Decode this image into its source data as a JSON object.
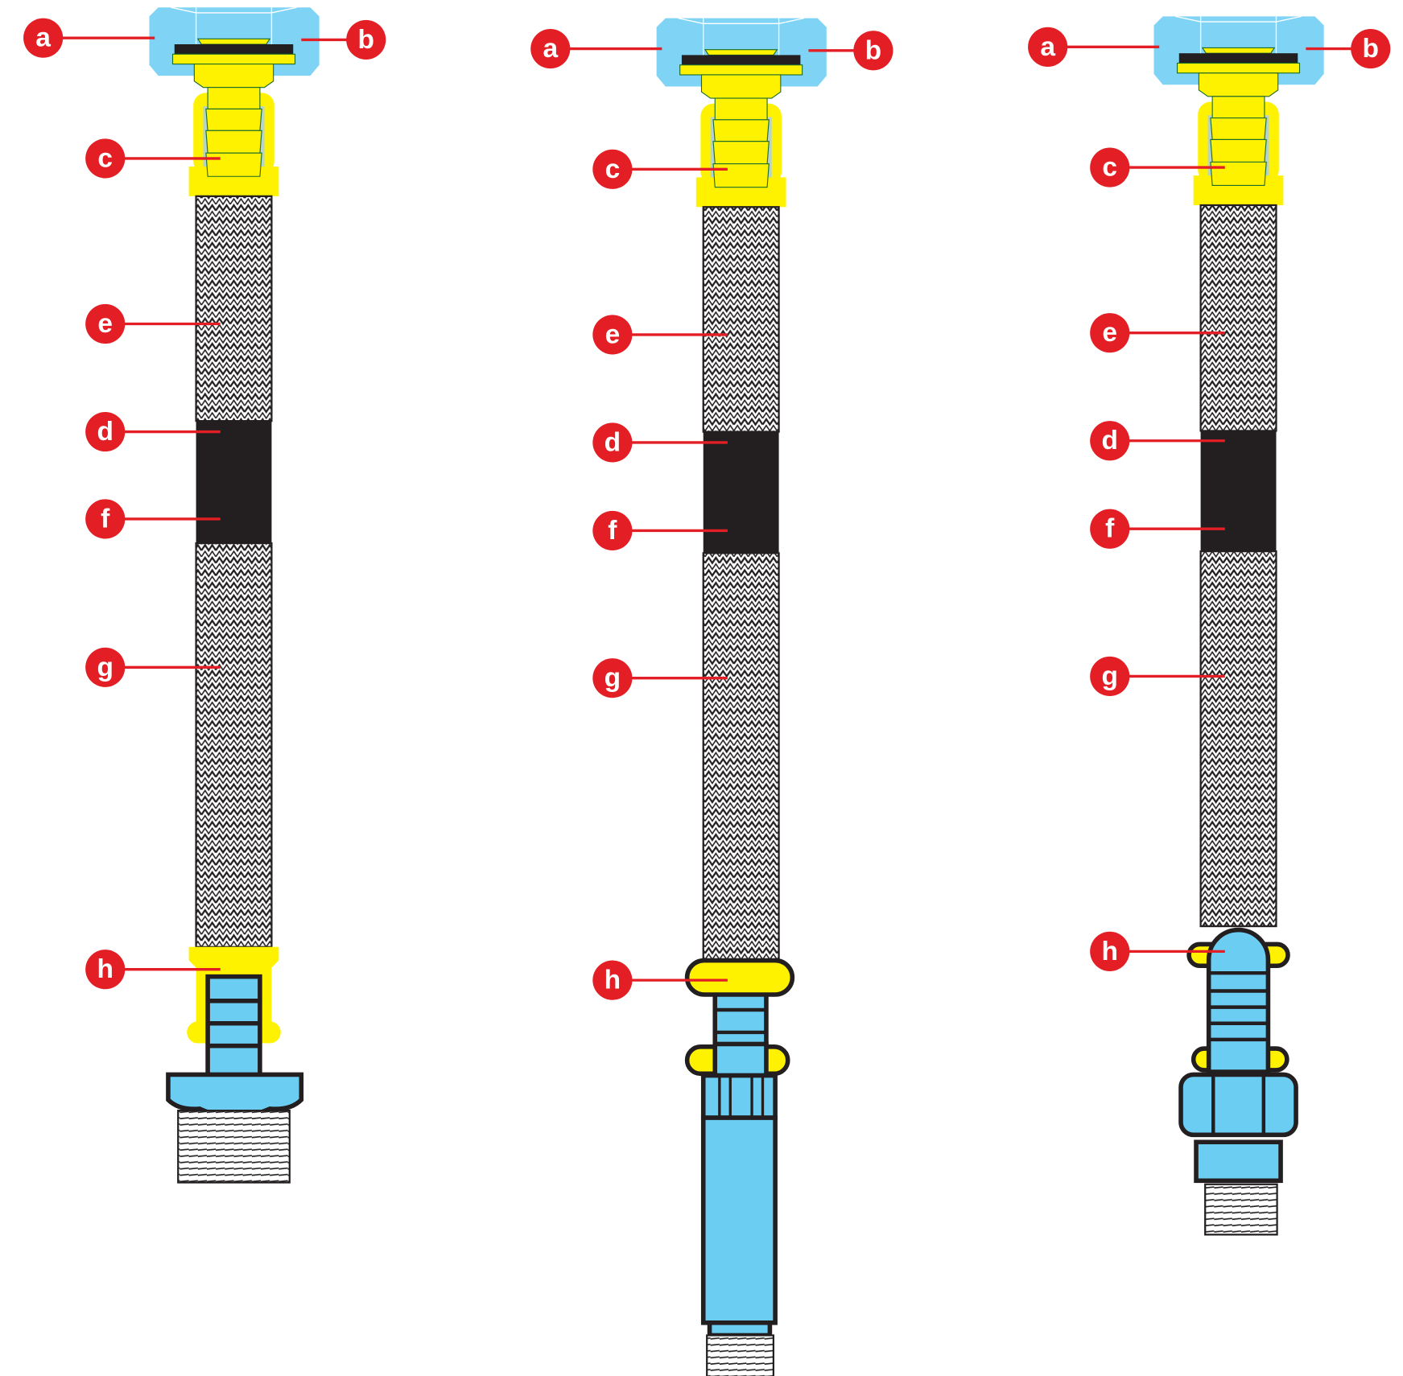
{
  "colors": {
    "nut": "#7fd3f5",
    "blue": "#6ccdf3",
    "yellow": "#fff200",
    "callout": "#e31e24",
    "dark": "#231f20"
  },
  "diagrams": [
    {
      "name": "hose-1",
      "end_type": "male-thread-hex",
      "labels": {
        "a": "a",
        "b": "b",
        "c": "c",
        "d": "d",
        "e": "e",
        "f": "f",
        "g": "g",
        "h": "h"
      }
    },
    {
      "name": "hose-2",
      "end_type": "long-tail-thread",
      "labels": {
        "a": "a",
        "b": "b",
        "c": "c",
        "d": "d",
        "e": "e",
        "f": "f",
        "g": "g",
        "h": "h"
      }
    },
    {
      "name": "hose-3",
      "end_type": "hex-nut-short-thread",
      "labels": {
        "a": "a",
        "b": "b",
        "c": "c",
        "d": "d",
        "e": "e",
        "f": "f",
        "g": "g",
        "h": "h"
      }
    }
  ]
}
